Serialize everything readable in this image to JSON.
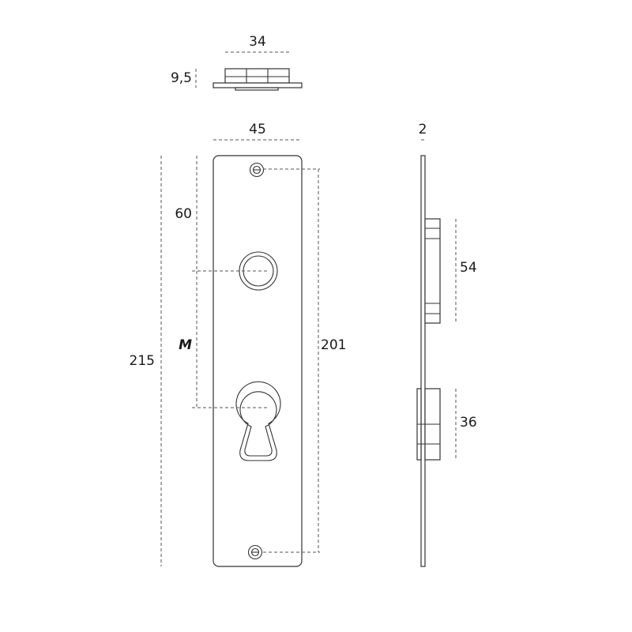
{
  "dimensions": {
    "top_width": "34",
    "top_depth": "9,5",
    "plate_width": "45",
    "side_thickness": "2",
    "to_handle": "60",
    "center_distance": "M",
    "total_height": "215",
    "screw_spacing": "201",
    "handle_block": "54",
    "cylinder_block": "36"
  }
}
